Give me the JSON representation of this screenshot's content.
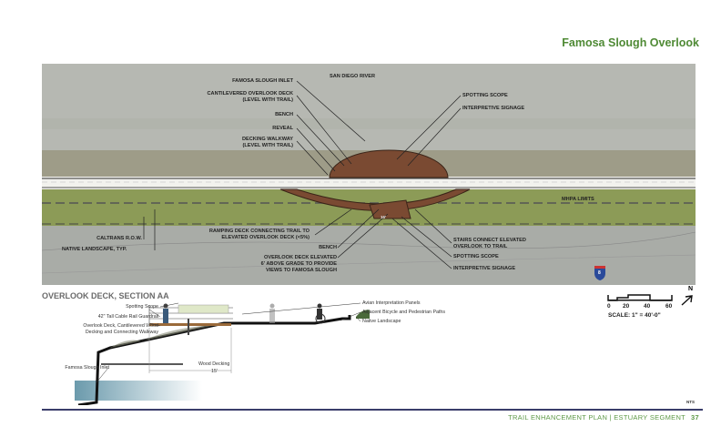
{
  "page_title": "Famosa Slough Overlook",
  "plan": {
    "river_label": "SAN DIEGO RIVER",
    "labels_left_top": [
      "FAMOSA SLOUGH INLET",
      "CANTILEVERED OVERLOOK DECK",
      "(LEVEL WITH  TRAIL)",
      "BENCH",
      "REVEAL",
      "DECKING WALKWAY",
      "(LEVEL WITH TRAIL)"
    ],
    "labels_right_top": [
      "SPOTTING SCOPE",
      "INTERPRETIVE SIGNAGE"
    ],
    "mhpa": "MHPA LIMITS",
    "caltrans": "CALTRANS R.O.W.",
    "native": "NATIVE LANDSCAPE, TYP.",
    "ramping": [
      "RAMPING DECK CONNECTING TRAIL TO",
      "ELEVATED OVERLOOK DECK (<5%)"
    ],
    "bench2": "BENCH",
    "elevated": [
      "OVERLOOK DECK ELEVATED",
      "6' ABOVE GRADE TO PROVIDE",
      "VIEWS TO FAMOSA SLOUGH"
    ],
    "stairs": [
      "STAIRS  CONNECT ELEVATED",
      "OVERLOOK TO TRAIL"
    ],
    "scope2": "SPOTTING SCOPE",
    "signage2": "INTERPRETIVE SIGNAGE",
    "deck_dim": "16'",
    "interstate": "8"
  },
  "scale": {
    "ticks": [
      "0",
      "20",
      "40",
      "60"
    ],
    "text": "SCALE: 1\" = 40'-0\"",
    "north": "N"
  },
  "section": {
    "title": "OVERLOOK DECK, SECTION AA",
    "left_labels": [
      "Spotting Scope",
      "42\" Tall Cable Rail Guardrail",
      "Overlook Deck, Cantilevered Wood",
      "Decking and Connecting Walkway"
    ],
    "inlet": "Famosa Slough Inlet",
    "right_labels": [
      "Avian Interpretation Panels",
      "Adjacent Bicycle and Pedestrian Paths",
      "Native Landscape"
    ],
    "wood_decking": "Wood Decking",
    "width": "15'",
    "nts": "NTS"
  },
  "footer": {
    "text": "TRAIL ENHANCEMENT PLAN  |  ESTUARY SEGMENT",
    "page": "37"
  },
  "colors": {
    "title_green": "#4f8a35",
    "footer_line": "#3a3d6b",
    "water": "#b4b6b0",
    "grass": "#8a9a55",
    "deck": "#7a4a32"
  }
}
